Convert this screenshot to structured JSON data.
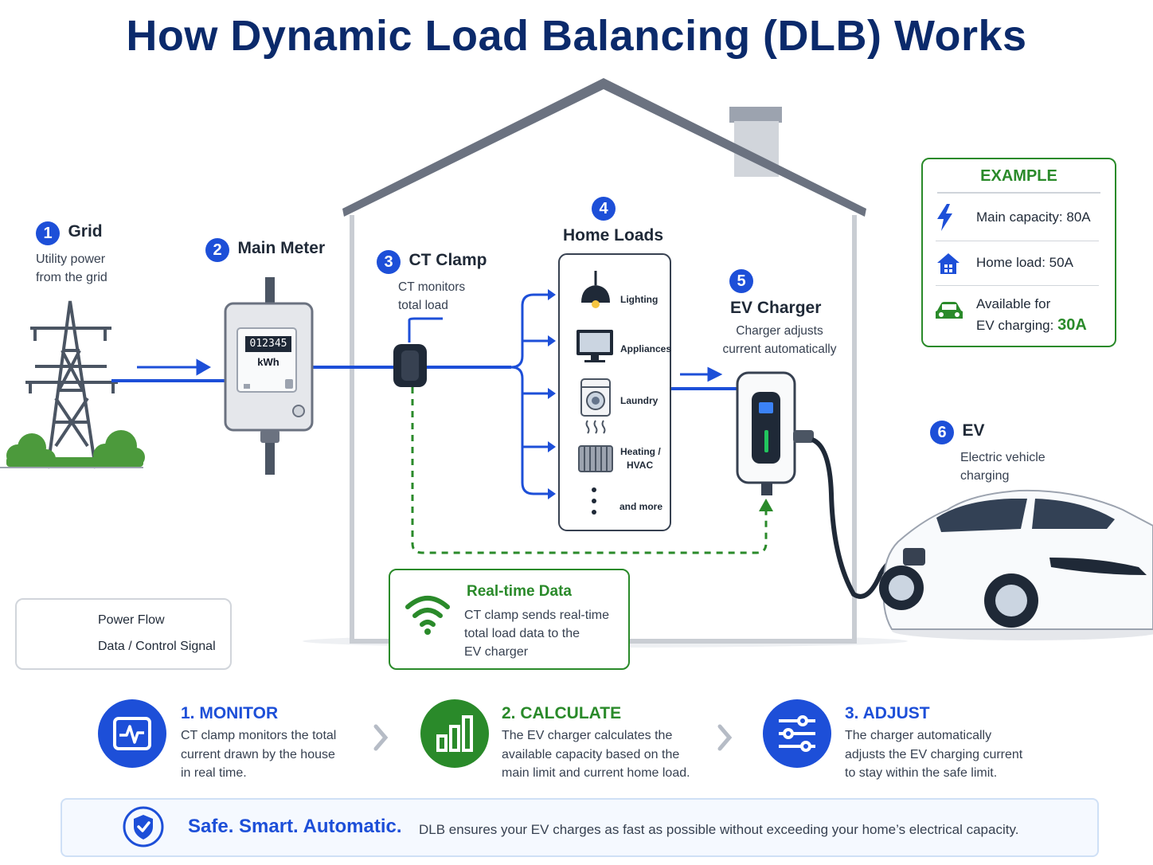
{
  "title": "How Dynamic Load Balancing (DLB) Works",
  "grid": {
    "num": "1",
    "label": "Grid",
    "desc_line1": "Utility power",
    "desc_line2": "from the grid"
  },
  "meter": {
    "num": "2",
    "label": "Main Meter",
    "reading": "012345",
    "unit": "kWh"
  },
  "ct": {
    "num": "3",
    "label": "CT Clamp",
    "desc_line1": "CT monitors",
    "desc_line2": "total load"
  },
  "home_loads": {
    "num": "4",
    "label": "Home Loads",
    "items": [
      "Lighting",
      "Appliances",
      "Laundry",
      "Heating /",
      "HVAC",
      "and more"
    ]
  },
  "charger": {
    "num": "5",
    "label": "EV Charger",
    "desc_line1": "Charger adjusts",
    "desc_line2": "current automatically"
  },
  "ev": {
    "num": "6",
    "label": "EV",
    "desc_line1": "Electric vehicle",
    "desc_line2": "charging"
  },
  "example": {
    "title": "EXAMPLE",
    "main_capacity": "Main capacity: 80A",
    "home_load": "Home load: 50A",
    "available_line1": "Available for",
    "available_line2": "EV charging:",
    "available_value": "30A"
  },
  "legend": {
    "power": "Power Flow",
    "data": "Data / Control Signal"
  },
  "realtime": {
    "title": "Real-time Data",
    "line1": "CT clamp sends real-time",
    "line2": "total load data to the",
    "line3": "EV charger"
  },
  "steps": [
    {
      "title": "1. MONITOR",
      "line1": "CT clamp monitors the total",
      "line2": "current drawn by the house",
      "line3": "in real time.",
      "icon": "pulse-monitor-icon"
    },
    {
      "title": "2. CALCULATE",
      "line1": "The EV charger calculates the",
      "line2": "available capacity based on the",
      "line3": "main limit and current home load.",
      "icon": "bar-chart-icon"
    },
    {
      "title": "3. ADJUST",
      "line1": "The charger automatically",
      "line2": "adjusts the EV charging current",
      "line3": "to stay within the safe limit.",
      "icon": "sliders-icon"
    }
  ],
  "banner": {
    "tagline": "Safe. Smart. Automatic.",
    "text": "DLB ensures your EV charges as fast as possible without exceeding your home’s electrical capacity."
  },
  "colors": {
    "blue": "#1d4fd8",
    "navy": "#0b2a6b",
    "green": "#2a8a2a",
    "gray": "#6b7280"
  }
}
